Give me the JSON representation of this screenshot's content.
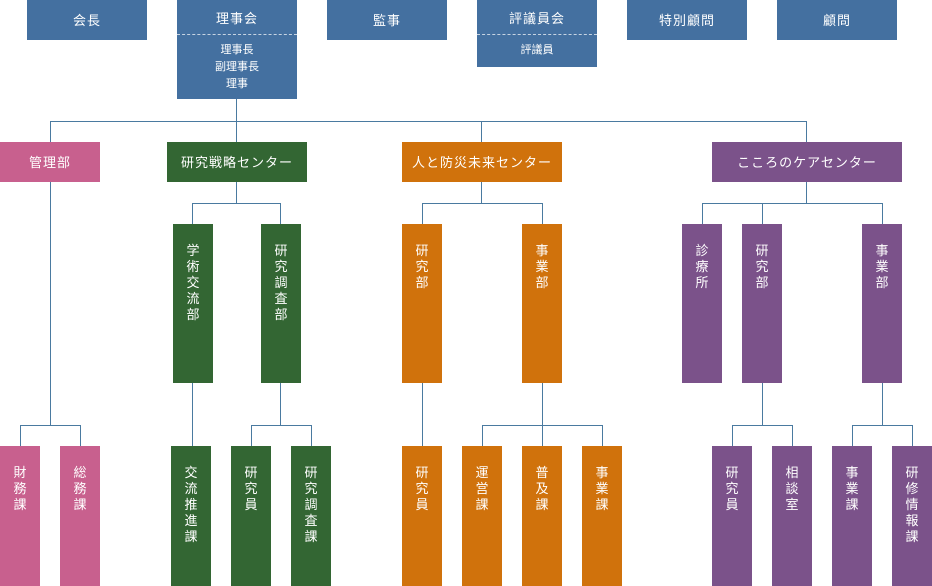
{
  "colors": {
    "board": "#4470a0",
    "admin": "#c8608e",
    "strategy": "#336633",
    "disaster": "#d0720c",
    "care": "#7b528a",
    "connector": "#4a7aa0"
  },
  "top": {
    "chair": "会長",
    "board": {
      "title": "理事会",
      "members": [
        "理事長",
        "副理事長",
        "理事"
      ]
    },
    "auditor": "監事",
    "council": {
      "title": "評議員会",
      "members": [
        "評議員"
      ]
    },
    "advisor": "特別顧問",
    "counselor": "顧問"
  },
  "divisions": {
    "admin": {
      "title": "管理部",
      "sections": [
        "財\n務\n課",
        "総\n務\n課"
      ]
    },
    "strategy": {
      "title": "研究戦略センター",
      "depts": [
        "学\n術\n交\n流\n部",
        "研\n究\n調\n査\n部"
      ],
      "sections": [
        "交\n流\n推\n進\n課",
        "研\n究\n員",
        "研\n究\n調\n査\n課"
      ]
    },
    "disaster": {
      "title": "人と防災未来センター",
      "depts": [
        "研\n究\n部",
        "事\n業\n部"
      ],
      "sections": [
        "研\n究\n員",
        "運\n営\n課",
        "普\n及\n課",
        "事\n業\n課"
      ]
    },
    "care": {
      "title": "こころのケアセンター",
      "depts": [
        "診\n療\n所",
        "研\n究\n部",
        "事\n業\n部"
      ],
      "sections": [
        "研\n究\n員",
        "相\n談\n室",
        "事\n業\n課",
        "研\n修\n情\n報\n課"
      ]
    }
  }
}
